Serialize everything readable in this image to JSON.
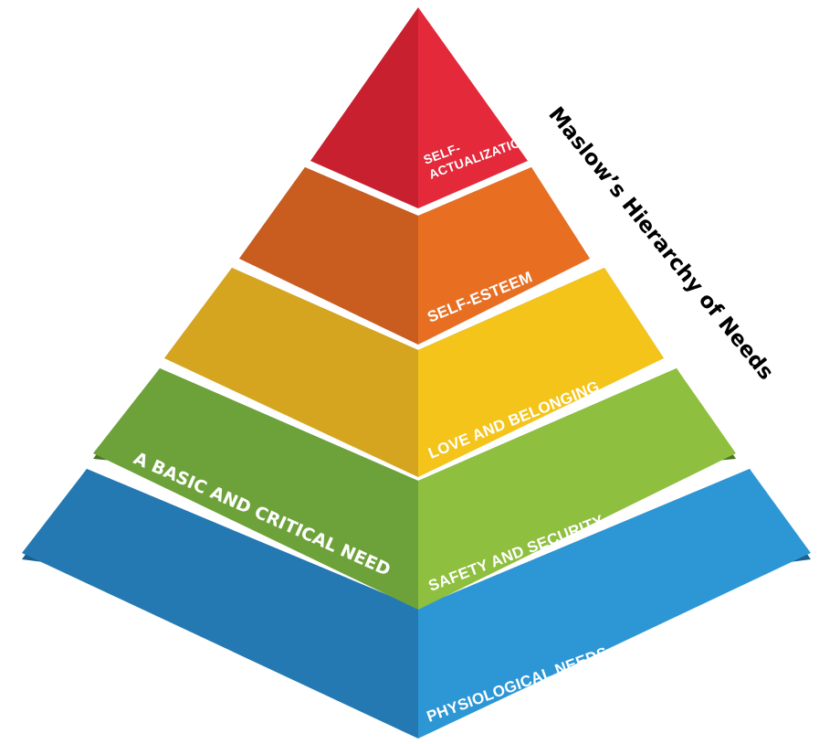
{
  "title": "Maslow’s Hierarchy of Needs",
  "annotation": "A BASIC AND CRITICAL NEED",
  "tiers": [
    {
      "label_line1": "SELF-",
      "label_line2": "ACTUALIZATION",
      "left_color": "#c8202f",
      "right_color": "#e3293a"
    },
    {
      "label": "SELF-ESTEEM",
      "left_color": "#c95d20",
      "right_color": "#e86f22"
    },
    {
      "label": "LOVE AND BELONGING",
      "left_color": "#d6a520",
      "right_color": "#f4c41b"
    },
    {
      "label": "SAFETY AND SECURITY",
      "left_color": "#6da23a",
      "right_color": "#8ebf3f"
    },
    {
      "label": "PHYSIOLOGICAL NEEDS",
      "left_color": "#2479b3",
      "right_color": "#2d97d5"
    }
  ]
}
